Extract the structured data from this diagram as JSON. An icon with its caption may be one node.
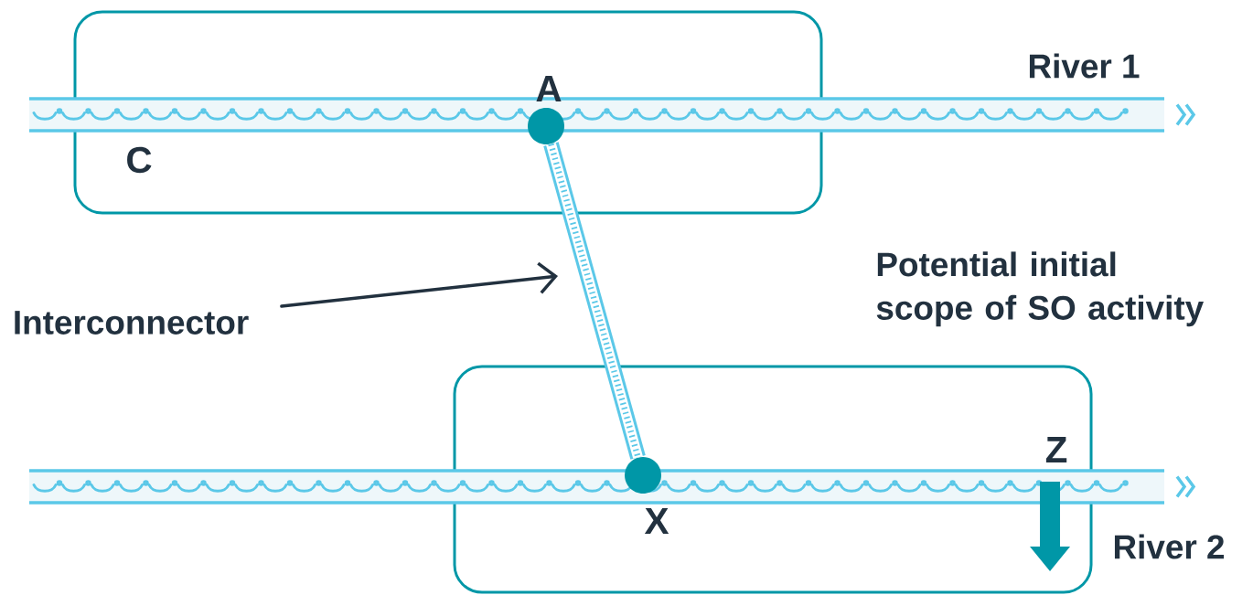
{
  "diagram": {
    "nodes": [
      {
        "text": [],
        "shape": "box"
      },
      {
        "text": [
          "River 1"
        ]
      },
      {
        "text": [
          "A"
        ],
        "in": 0
      },
      {
        "text": [
          "Interconnector"
        ]
      },
      {
        "text": [],
        "shape": "box"
      },
      {
        "text": [
          "River 2"
        ]
      },
      {
        "text": [
          "X"
        ],
        "in": 4
      }
    ],
    "edges": [
      {
        "from": 2,
        "to": 6,
        "arrow": "none",
        "style": "thick",
        "color": "#5bc8e8"
      },
      {
        "from": 3,
        "to": null,
        "arrow": "to",
        "color": "#22313f"
      }
    ],
    "labels": [
      "C",
      "Potential initial scope of SO activity",
      "Z"
    ]
  }
}
